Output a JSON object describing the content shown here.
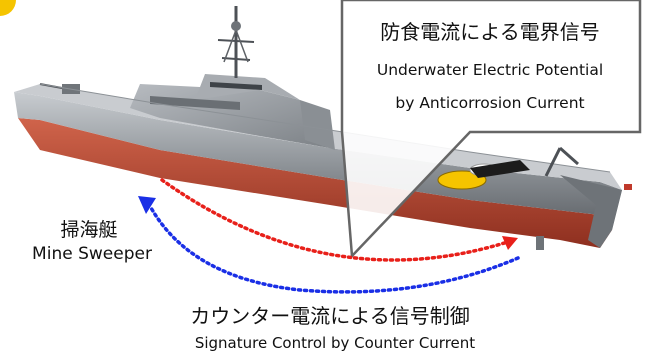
{
  "callout": {
    "title_jp": "防食電流による電界信号",
    "title_en_line1": "Underwater Electric Potential",
    "title_en_line2": "by Anticorrosion Current"
  },
  "ship": {
    "name_jp": "掃海艇",
    "name_en": "Mine Sweeper"
  },
  "counter": {
    "title_jp": "カウンター電流による信号制御",
    "title_en": "Signature Control by Counter Current"
  },
  "colors": {
    "hull_red": "#b8452f",
    "hull_gray": "#8c9196",
    "superstructure": "#9fa3a8",
    "deck": "#c9ccd0",
    "arrow_red": "#e8201a",
    "arrow_blue": "#1a2fe6",
    "badge_yellow": "#f5c400",
    "callout_border": "#666666"
  }
}
